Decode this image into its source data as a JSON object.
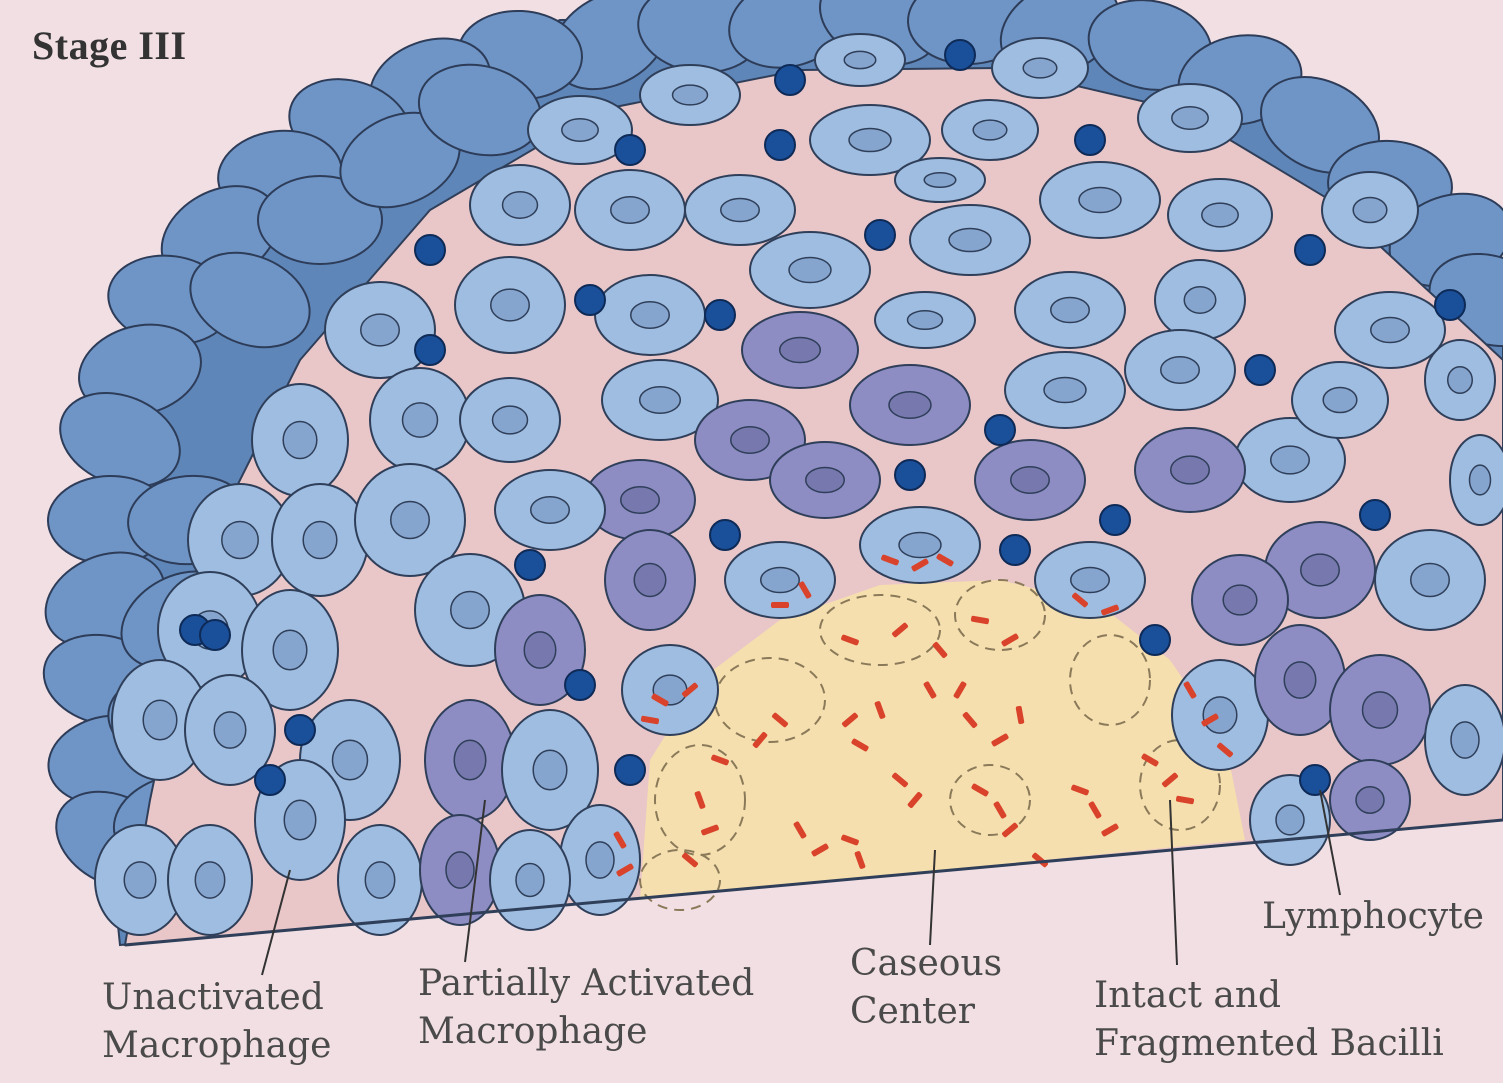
{
  "title": "Stage III",
  "labels": {
    "unactivated_line1": "Unactivated",
    "unactivated_line2": "Macrophage",
    "partial_line1": "Partially Activated",
    "partial_line2": "Macrophage",
    "caseous_line1": "Caseous",
    "caseous_line2": "Center",
    "bacilli_line1": "Intact and",
    "bacilli_line2": "Fragmented Bacilli",
    "lymphocyte": "Lymphocyte"
  },
  "colors": {
    "background": "#f2dfe3",
    "tissue_pink": "#e9c6c8",
    "unactivated_macrophage": "#9fbde0",
    "outer_shell_macrophage": "#6e94c4",
    "partially_activated_macrophage": "#8e8dc3",
    "lymphocyte": "#1a4f9a",
    "caseous_center": "#f6dfae",
    "bacilli": "#d9432b"
  }
}
